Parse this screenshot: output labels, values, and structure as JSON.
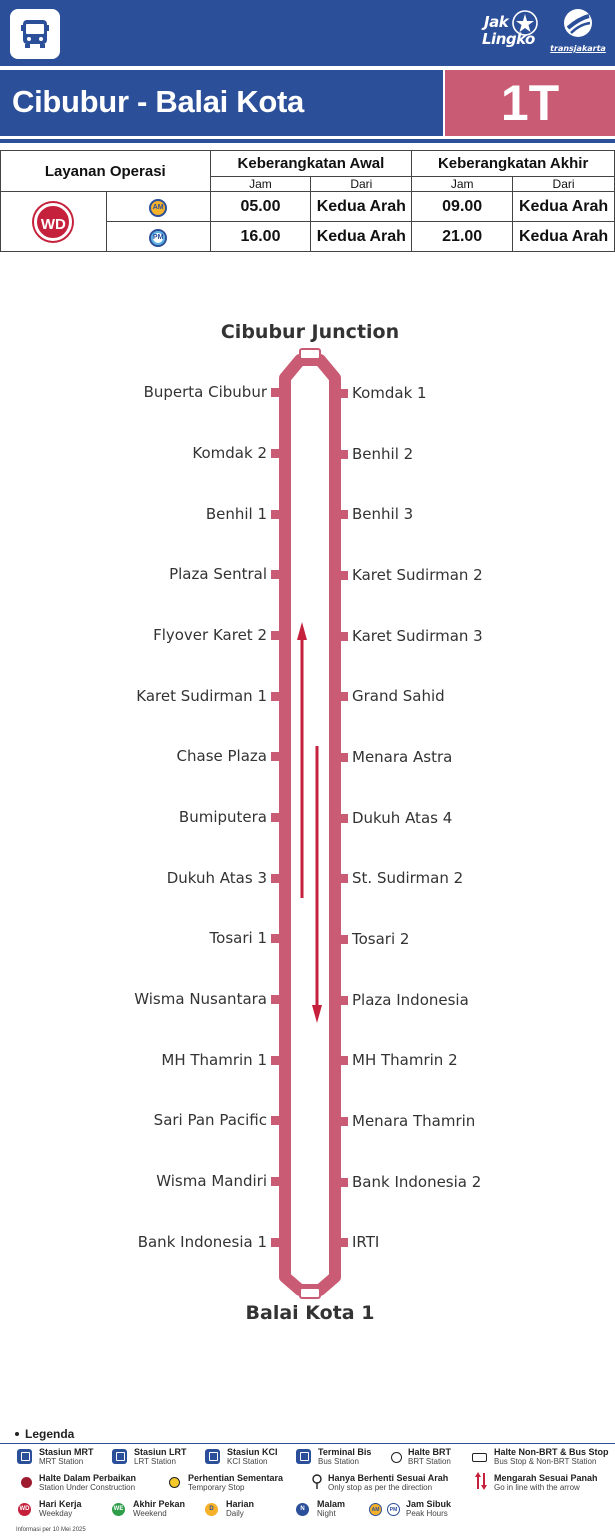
{
  "header": {
    "route_title": "Cibubur - Balai Kota",
    "route_code": "1T",
    "logo_jaklingko_line1": "Jak",
    "logo_jaklingko_line2": "Lingko",
    "logo_transjakarta": "transjakarta"
  },
  "schedule": {
    "col_service": "Layanan Operasi",
    "col_first": "Keberangkatan Awal",
    "col_last": "Keberangkatan Akhir",
    "sub_time": "Jam",
    "sub_from": "Dari",
    "service_badge": "WD",
    "rows": [
      {
        "period": "AM",
        "first_time": "05.00",
        "first_from": "Kedua Arah",
        "last_time": "09.00",
        "last_from": "Kedua Arah"
      },
      {
        "period": "PM",
        "first_time": "16.00",
        "first_from": "Kedua Arah",
        "last_time": "21.00",
        "last_from": "Kedua Arah"
      }
    ]
  },
  "route": {
    "terminal_start": "Cibubur Junction",
    "terminal_end": "Balai Kota 1",
    "left_stops": [
      "Buperta Cibubur",
      "Komdak 2",
      "Benhil 1",
      "Plaza Sentral",
      "Flyover Karet 2",
      "Karet Sudirman 1",
      "Chase Plaza",
      "Bumiputera",
      "Dukuh Atas 3",
      "Tosari 1",
      "Wisma Nusantara",
      "MH Thamrin 1",
      "Sari Pan Pacific",
      "Wisma Mandiri",
      "Bank Indonesia 1"
    ],
    "right_stops": [
      "Komdak 1",
      "Benhil 2",
      "Benhil 3",
      "Karet Sudirman 2",
      "Karet Sudirman 3",
      "Grand Sahid",
      "Menara Astra",
      "Dukuh Atas 4",
      "St. Sudirman 2",
      "Tosari 2",
      "Plaza Indonesia",
      "MH Thamrin 2",
      "Menara Thamrin",
      "Bank Indonesia 2",
      "IRTI"
    ],
    "line_color": "#c95c74",
    "arrow_color": "#c6213c"
  },
  "legend": {
    "title": "Legenda",
    "items": [
      {
        "bold": "Stasiun MRT",
        "sub": "MRT Station"
      },
      {
        "bold": "Stasiun LRT",
        "sub": "LRT Station"
      },
      {
        "bold": "Stasiun KCI",
        "sub": "KCI Station"
      },
      {
        "bold": "Terminal Bis",
        "sub": "Bus Station"
      },
      {
        "bold": "Halte BRT",
        "sub": "BRT Station"
      },
      {
        "bold": "Halte Non-BRT & Bus Stop",
        "sub": "Bus Stop & Non-BRT Station"
      },
      {
        "bold": "Halte Dalam Perbaikan",
        "sub": "Station Under Construction"
      },
      {
        "bold": "Perhentian Sementara",
        "sub": "Temporary Stop"
      },
      {
        "bold": "Hanya Berhenti Sesuai Arah",
        "sub": "Only stop as per the direction"
      },
      {
        "bold": "Mengarah Sesuai Panah",
        "sub": "Go in line with the arrow"
      },
      {
        "bold": "Hari Kerja",
        "sub": "Weekday",
        "badge": "WD"
      },
      {
        "bold": "Akhir Pekan",
        "sub": "Weekend",
        "badge": "WE"
      },
      {
        "bold": "Harian",
        "sub": "Daily",
        "badge": "D"
      },
      {
        "bold": "Malam",
        "sub": "Night",
        "badge": "N"
      },
      {
        "bold": "Jam Sibuk",
        "sub": "Peak Hours",
        "badge": "AM"
      }
    ],
    "pm_badge": "PM",
    "footnote": "Informasi per 10 Mei 2025"
  }
}
